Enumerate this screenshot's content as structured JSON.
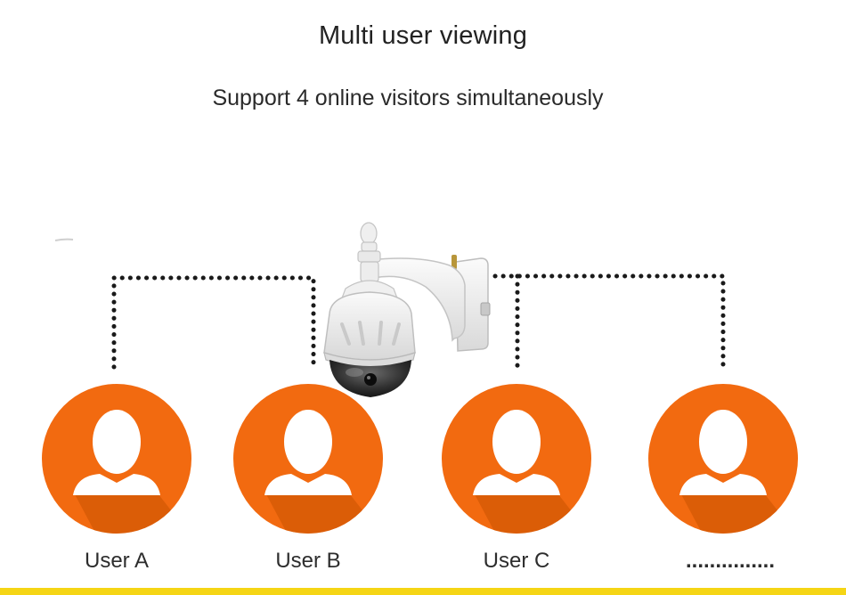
{
  "header": {
    "title": "Multi user viewing",
    "subtitle": "Support 4 online visitors simultaneously"
  },
  "users": [
    {
      "label": "User A"
    },
    {
      "label": "User B"
    },
    {
      "label": "User C"
    },
    {
      "label": "..............."
    }
  ],
  "colors": {
    "accent": "#f26a10",
    "connector": "#1a1a1a",
    "bottom_bar": "#f5d515",
    "camera_body": "#f1f1f1"
  },
  "icons": {
    "camera": "ptz-dome-camera-icon",
    "user": "user-avatar-icon"
  }
}
